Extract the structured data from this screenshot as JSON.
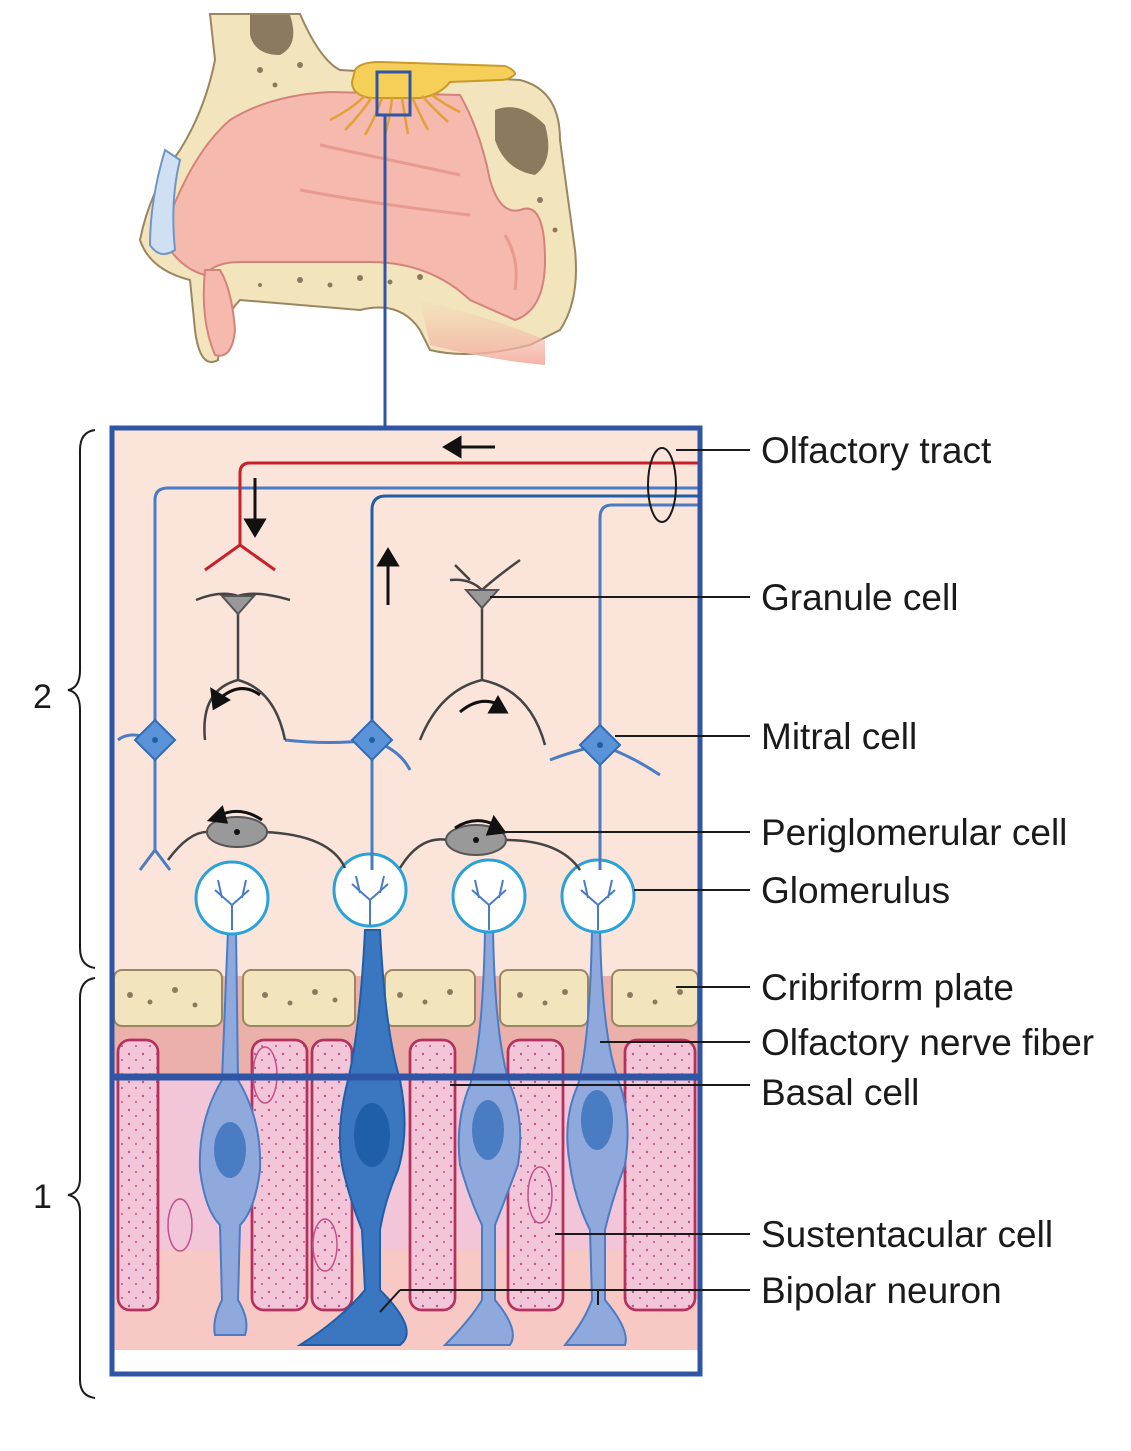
{
  "labels": {
    "olfactory_tract": "Olfactory tract",
    "granule_cell": "Granule cell",
    "mitral_cell": "Mitral cell",
    "periglomerular_cell": "Periglomerular cell",
    "glomerulus": "Glomerulus",
    "cribriform_plate": "Cribriform plate",
    "olfactory_nerve_fiber": "Olfactory nerve fiber",
    "basal_cell": "Basal cell",
    "sustentacular_cell": "Sustentacular cell",
    "bipolar_neuron": "Bipolar neuron"
  },
  "brackets": {
    "upper": "2",
    "lower": "1"
  },
  "colors": {
    "frame": "#2f55a4",
    "tract_red": "#c8202a",
    "neuron_blue": "#4a7cc4",
    "neuron_dark": "#1f5ea8",
    "bulb_bg": "#fbe5da",
    "epithelium_pink": "#f2c6d8",
    "bone": "#f2e4bc",
    "nasal_mucosa": "#f6b9ad",
    "bulb_yellow": "#f6cf58"
  }
}
